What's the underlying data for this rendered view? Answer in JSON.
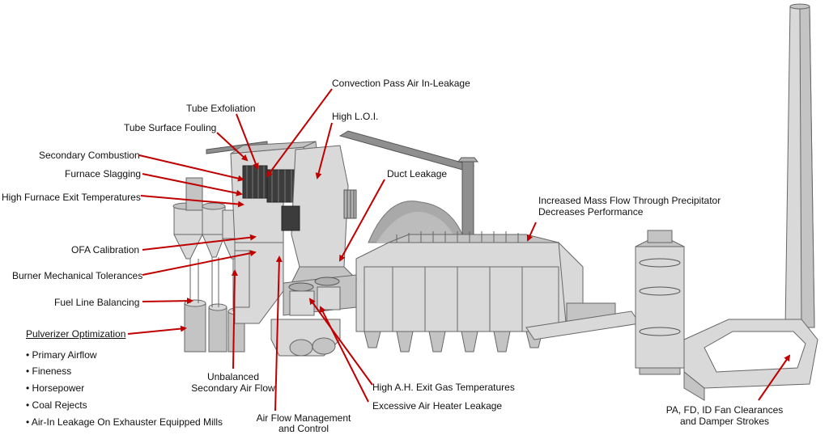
{
  "labels": {
    "convection_pass": "Convection Pass Air In-Leakage",
    "tube_exfoliation": "Tube Exfoliation",
    "high_loi": "High L.O.I.",
    "tube_surface_fouling": "Tube Surface Fouling",
    "secondary_combustion": "Secondary Combustion",
    "furnace_slagging": "Furnace Slagging",
    "duct_leakage": "Duct Leakage",
    "high_furnace_exit": "High Furnace Exit Temperatures",
    "precipitator_line1": "Increased Mass Flow Through Precipitator",
    "precipitator_line2": "Decreases Performance",
    "ofa_calibration": "OFA Calibration",
    "burner_tolerances": "Burner Mechanical Tolerances",
    "fuel_line_balancing": "Fuel Line Balancing",
    "pulverizer_optimization": "Pulverizer Optimization",
    "unbalanced_line1": "Unbalanced",
    "unbalanced_line2": "Secondary Air Flow",
    "ah_exit_gas": "High A.H. Exit Gas Temperatures",
    "air_heater_leakage": "Excessive Air Heater Leakage",
    "air_flow_line1": "Air Flow Management",
    "air_flow_line2": "and Control",
    "fan_line1": "PA, FD, ID Fan Clearances",
    "fan_line2": "and Damper Strokes"
  },
  "pulverizer_items": [
    "• Primary Airflow",
    "• Fineness",
    "• Horsepower",
    "• Coal Rejects",
    "• Air-In Leakage On Exhauster Equipped Mills"
  ],
  "colors": {
    "arrow": "#c00000",
    "equipment_light": "#d9d9d9",
    "equipment_mid": "#c4c4c4",
    "equipment_dark": "#8f8f8f"
  }
}
